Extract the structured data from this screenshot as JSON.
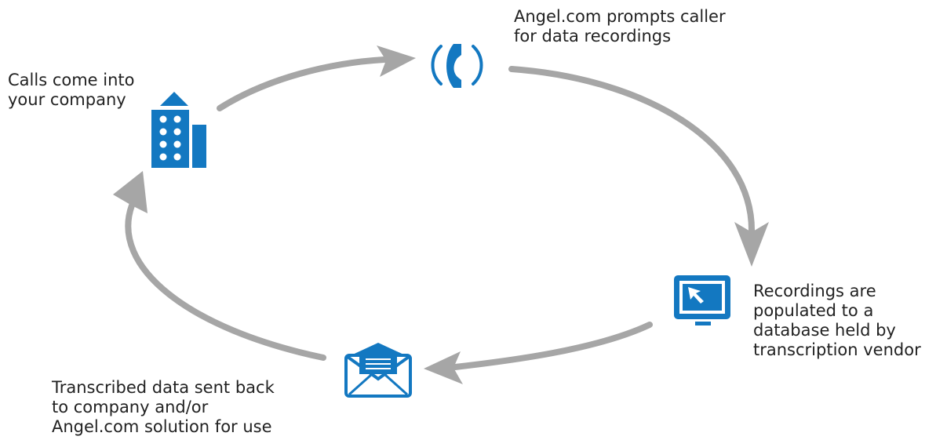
{
  "colors": {
    "icon_blue": "#1378c1",
    "arrow_gray": "#a6a6a6",
    "text": "#222222"
  },
  "steps": [
    {
      "icon": "office-building-icon",
      "label": "Calls come into\nyour company"
    },
    {
      "icon": "telephone-icon",
      "label": "Angel.com prompts caller\nfor data recordings"
    },
    {
      "icon": "computer-monitor-icon",
      "label": "Recordings are\npopulated to a\ndatabase held by\ntranscription vendor"
    },
    {
      "icon": "envelope-icon",
      "label": "Transcribed data sent back\nto company and/or\nAngel.com solution for use"
    }
  ]
}
